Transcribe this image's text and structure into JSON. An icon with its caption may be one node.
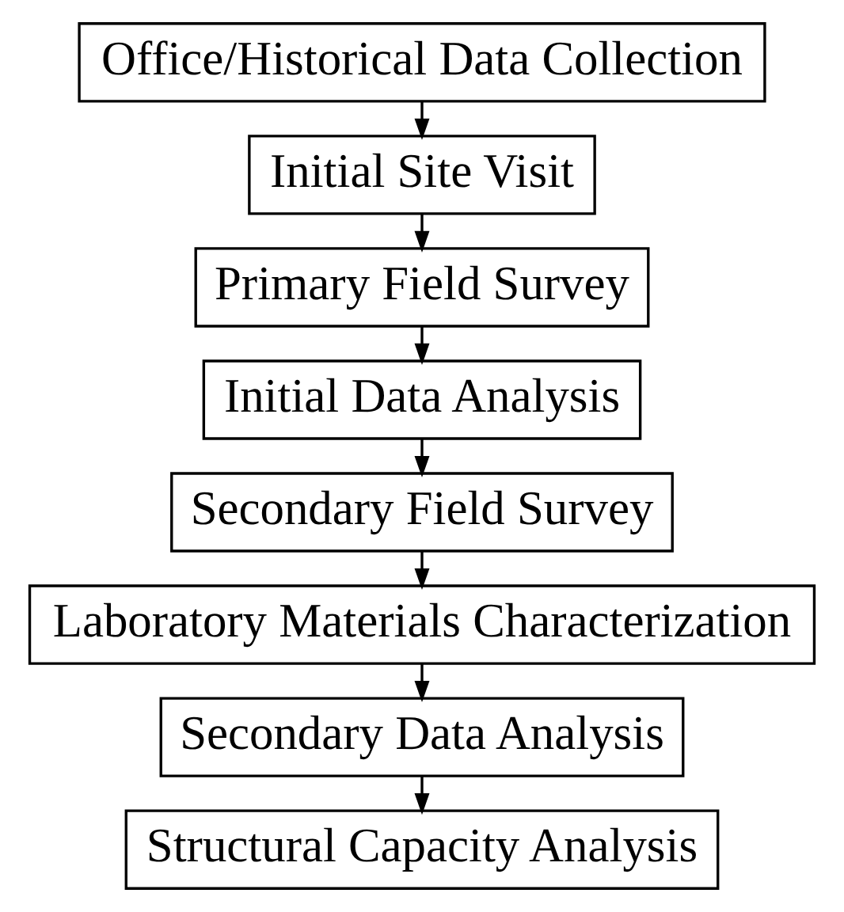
{
  "diagram": {
    "nodes": [
      {
        "text": [
          "Office/Historical Data Collection"
        ]
      },
      {
        "text": [
          "Initial Site Visit"
        ]
      },
      {
        "text": [
          "Primary Field Survey"
        ]
      },
      {
        "text": [
          "Initial Data Analysis"
        ]
      },
      {
        "text": [
          "Secondary Field Survey"
        ]
      },
      {
        "text": [
          "Laboratory Materials Characterization"
        ]
      },
      {
        "text": [
          "Secondary Data Analysis"
        ]
      },
      {
        "text": [
          "Structural Capacity Analysis"
        ]
      }
    ],
    "edges": [
      {
        "from": 0,
        "to": 1,
        "arrow": "to"
      },
      {
        "from": 1,
        "to": 2,
        "arrow": "to"
      },
      {
        "from": 2,
        "to": 3,
        "arrow": "to"
      },
      {
        "from": 3,
        "to": 4,
        "arrow": "to"
      },
      {
        "from": 4,
        "to": 5,
        "arrow": "to"
      },
      {
        "from": 5,
        "to": 6,
        "arrow": "to"
      },
      {
        "from": 6,
        "to": 7,
        "arrow": "to"
      }
    ]
  }
}
